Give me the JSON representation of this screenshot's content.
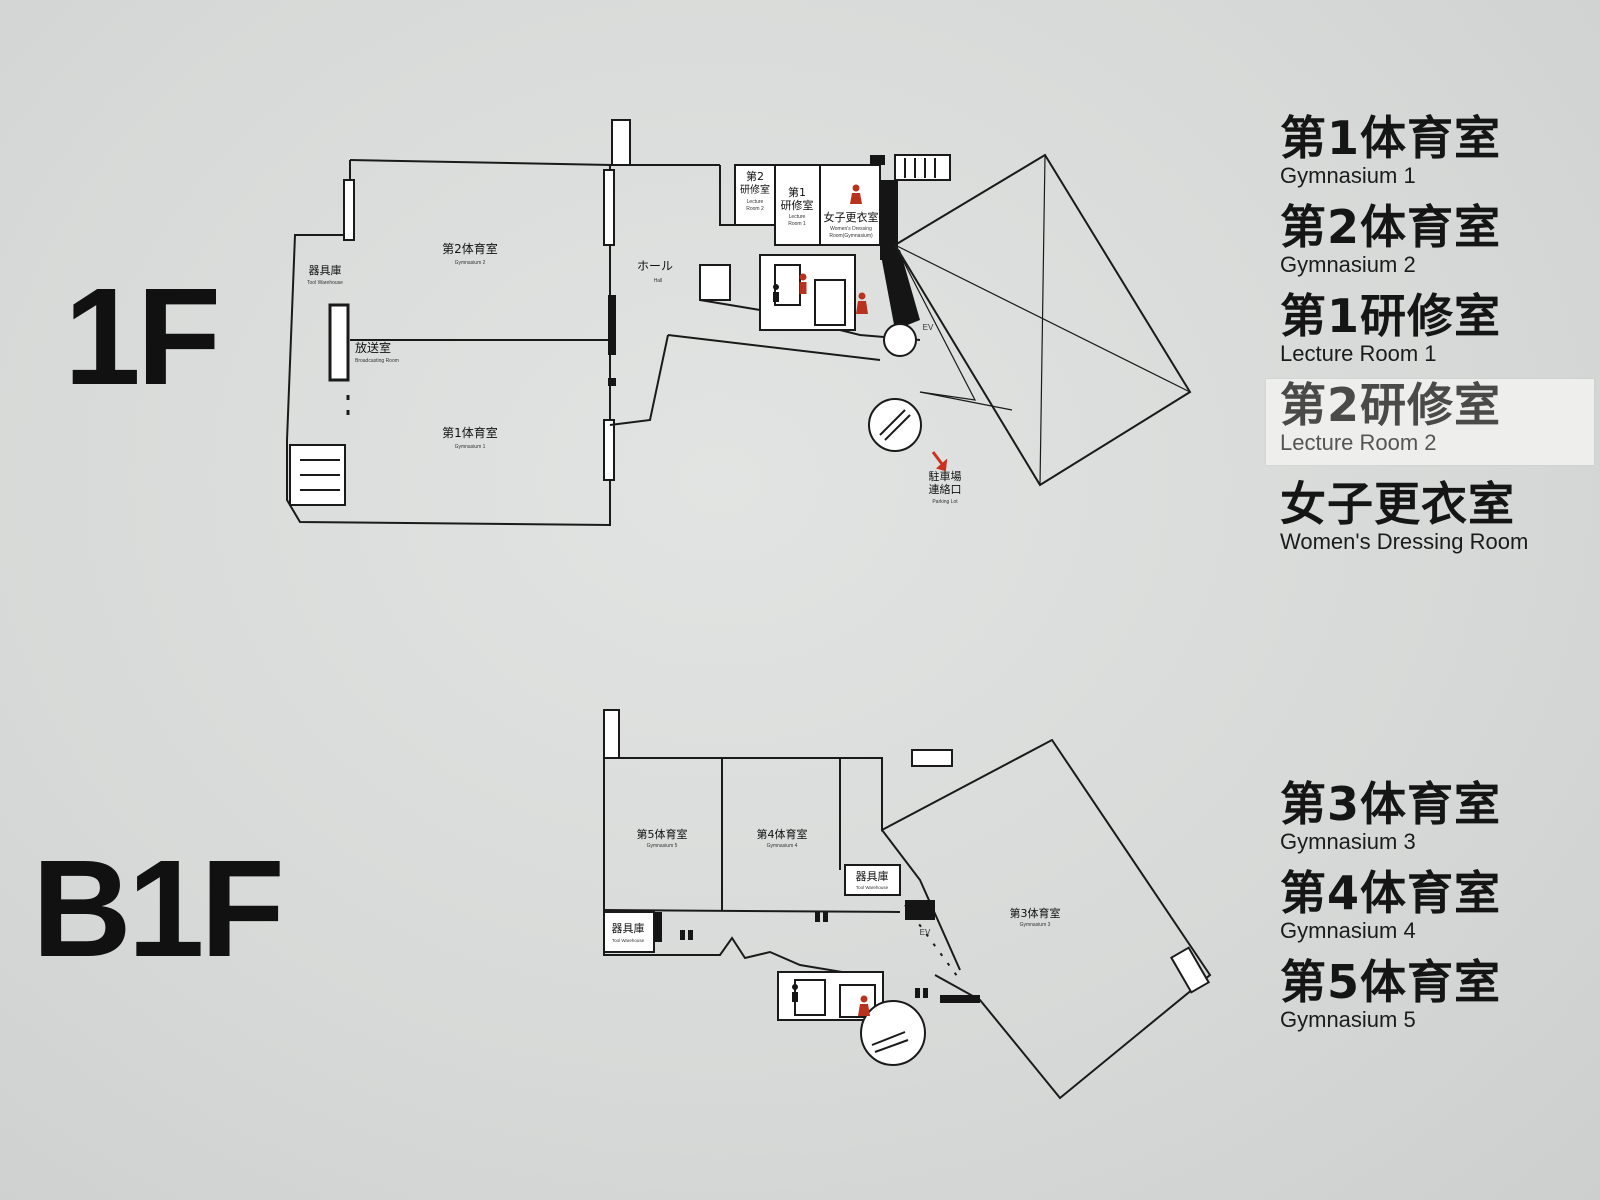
{
  "floors": {
    "first": {
      "label": "1F",
      "rooms": {
        "gym2": {
          "jp": "第2体育室",
          "en": "Gymnasium 2"
        },
        "gym1": {
          "jp": "第1体育室",
          "en": "Gymnasium 1"
        },
        "storage": {
          "jp": "器具庫",
          "en": "Tool Warehouse"
        },
        "broadcast": {
          "jp": "放送室",
          "en": "Broadcasting Room"
        },
        "hall": {
          "jp": "ホール",
          "en": "Hall"
        },
        "lecture2": {
          "jp_line1": "第2",
          "jp_line2": "研修室",
          "en_line1": "Lecture",
          "en_line2": "Room 2"
        },
        "lecture1": {
          "jp_line1": "第1",
          "jp_line2": "研修室",
          "en_line1": "Lecture",
          "en_line2": "Room 1"
        },
        "womens": {
          "jp": "女子更衣室",
          "en_line1": "Women's Dressing",
          "en_line2": "Room(Gymnasium)"
        },
        "ev": "EV",
        "parking": {
          "jp_line1": "駐車場",
          "jp_line2": "連絡口",
          "en": "Parking Lot"
        }
      }
    },
    "basement": {
      "label": "B1F",
      "rooms": {
        "gym5": {
          "jp": "第5体育室",
          "en": "Gymnasium 5"
        },
        "gym4": {
          "jp": "第4体育室",
          "en": "Gymnasium 4"
        },
        "gym3": {
          "jp": "第3体育室",
          "en": "Gymnasium 3"
        },
        "storage_a": {
          "jp": "器具庫",
          "en": "Tool Warehouse"
        },
        "storage_b": {
          "jp": "器具庫",
          "en": "Tool Warehouse"
        },
        "ev": "EV"
      }
    }
  },
  "legend_1f": [
    {
      "jp": "第1体育室",
      "en": "Gymnasium 1"
    },
    {
      "jp": "第2体育室",
      "en": "Gymnasium 2"
    },
    {
      "jp": "第1研修室",
      "en": "Lecture Room 1"
    },
    {
      "jp": "第2研修室",
      "en": "Lecture Room 2",
      "highlighted": true
    },
    {
      "jp": "女子更衣室",
      "en": "Women's Dressing Room"
    }
  ],
  "legend_b1f": [
    {
      "jp": "第3体育室",
      "en": "Gymnasium 3"
    },
    {
      "jp": "第4体育室",
      "en": "Gymnasium 4"
    },
    {
      "jp": "第5体育室",
      "en": "Gymnasium 5"
    }
  ],
  "colors": {
    "lines": "#1a1a1a",
    "board": "#d6d8d7",
    "arrow": "#c8321e",
    "restroom": "#b8321e"
  }
}
